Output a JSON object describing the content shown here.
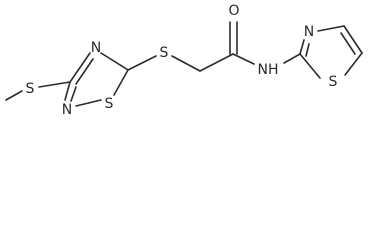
{
  "molecule": {
    "atoms": {
      "s_methyl": "S",
      "n_thiadiazole_top": "N",
      "s_linker": "S",
      "n_thiadiazole_lower": "N",
      "s_thiadiazole_ring": "S",
      "o_carbonyl": "O",
      "nh_amide": "NH",
      "n_thiazole": "N",
      "s_thiazole": "S"
    }
  }
}
